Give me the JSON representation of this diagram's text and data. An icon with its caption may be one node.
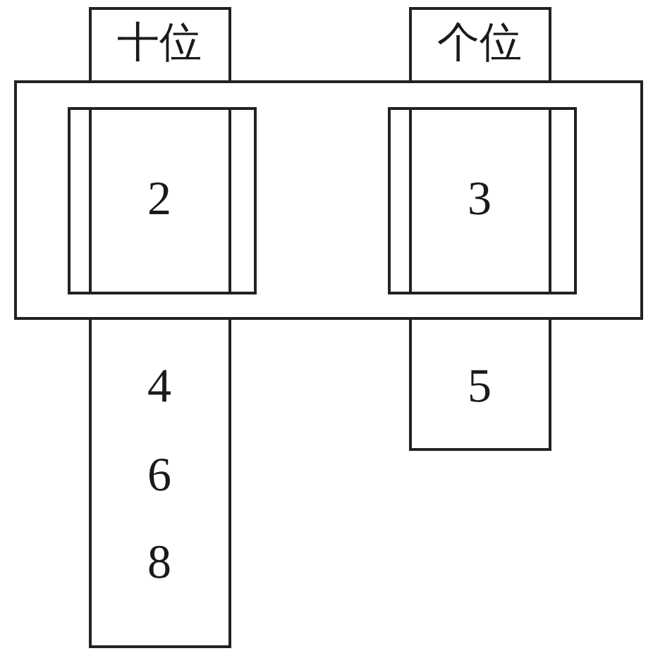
{
  "diagram": {
    "nodes": [
      {
        "text": [
          "十位"
        ]
      },
      {
        "text": [
          "个位"
        ]
      },
      {
        "text": [],
        "shape": "box"
      },
      {
        "text": [
          "2"
        ],
        "in": 2
      },
      {
        "text": [
          "3"
        ],
        "in": 2
      },
      {
        "text": [
          "4",
          "6",
          "8"
        ]
      },
      {
        "text": [
          "5"
        ]
      }
    ]
  }
}
